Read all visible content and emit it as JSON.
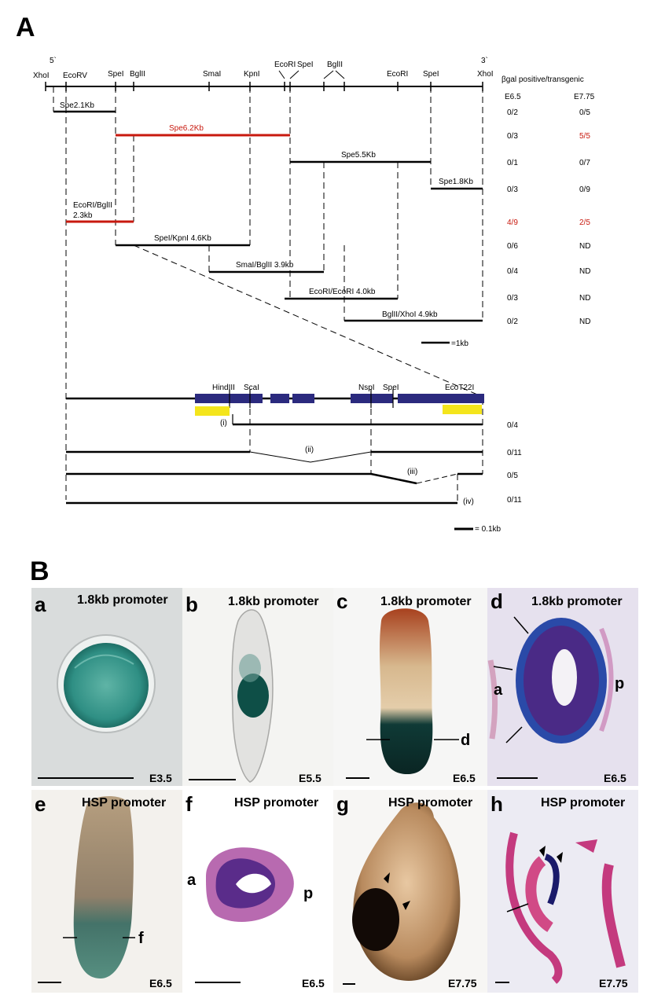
{
  "panelA": {
    "letter": "A",
    "end5": "5`",
    "end3": "3`",
    "sites": [
      "XhoI",
      "EcoRV",
      "SpeI",
      "BglII",
      "SmaI",
      "EcoRI",
      "KpnI",
      "SpeI",
      "BglII",
      "EcoRI",
      "SpeI",
      "XhoI"
    ],
    "header": {
      "title": "βgal positive/transgenic",
      "col1": "E6.5",
      "col2": "E7.75"
    },
    "fragments": [
      {
        "label": "Spe2.1Kb",
        "e65": "0/2",
        "e775": "0/5",
        "red": false
      },
      {
        "label": "Spe6.2Kb",
        "e65": "0/3",
        "e775": "5/5",
        "red": true
      },
      {
        "label": "Spe5.5Kb",
        "e65": "0/1",
        "e775": "0/7",
        "red": false
      },
      {
        "label": "Spe1.8Kb",
        "e65": "0/3",
        "e775": "0/9",
        "red": false
      },
      {
        "label": "EcoRI/BglII",
        "label2": "2.3kb",
        "e65": "4/9",
        "e775": "2/5",
        "red": true
      },
      {
        "label": "SpeI/KpnI 4.6Kb",
        "e65": "0/6",
        "e775": "ND",
        "red": false
      },
      {
        "label": "SmaI/BglII 3.9kb",
        "e65": "0/4",
        "e775": "ND",
        "red": false
      },
      {
        "label": "EcoRI/EcoRI 4.0kb",
        "e65": "0/3",
        "e775": "ND",
        "red": false
      },
      {
        "label": "BglII/XhoI 4.9kb",
        "e65": "0/2",
        "e775": "ND",
        "red": false
      }
    ],
    "scale1": "=1kb",
    "lowerSites": [
      "HindIII",
      "ScaI",
      "NspI",
      "SpeI",
      "EcoT22I"
    ],
    "deletions": [
      {
        "label": "(i)",
        "value": "0/4"
      },
      {
        "label": "(ii)",
        "value": "0/11"
      },
      {
        "label": "(iii)",
        "value": "0/5"
      },
      {
        "label": "(iv)",
        "value": "0/11"
      }
    ],
    "scale2": "= 0.1kb"
  },
  "panelB": {
    "letter": "B",
    "tiles": [
      {
        "letter": "a",
        "title": "1.8kb promoter",
        "stage": "E3.5"
      },
      {
        "letter": "b",
        "title": "1.8kb promoter",
        "stage": "E5.5"
      },
      {
        "letter": "c",
        "title": "1.8kb promoter",
        "stage": "E6.5",
        "mark": "d"
      },
      {
        "letter": "d",
        "title": "1.8kb promoter",
        "stage": "E6.5",
        "ant": "a",
        "post": "p"
      },
      {
        "letter": "e",
        "title": "HSP promoter",
        "stage": "E6.5",
        "mark": "f"
      },
      {
        "letter": "f",
        "title": "HSP promoter",
        "stage": "E6.5",
        "ant": "a",
        "post": "p"
      },
      {
        "letter": "g",
        "title": "HSP promoter",
        "stage": "E7.75"
      },
      {
        "letter": "h",
        "title": "HSP promoter",
        "stage": "E7.75"
      }
    ]
  },
  "colors": {
    "red": "#c8190e",
    "blue": "#2b2a7e",
    "yellow": "#f4e51c"
  }
}
